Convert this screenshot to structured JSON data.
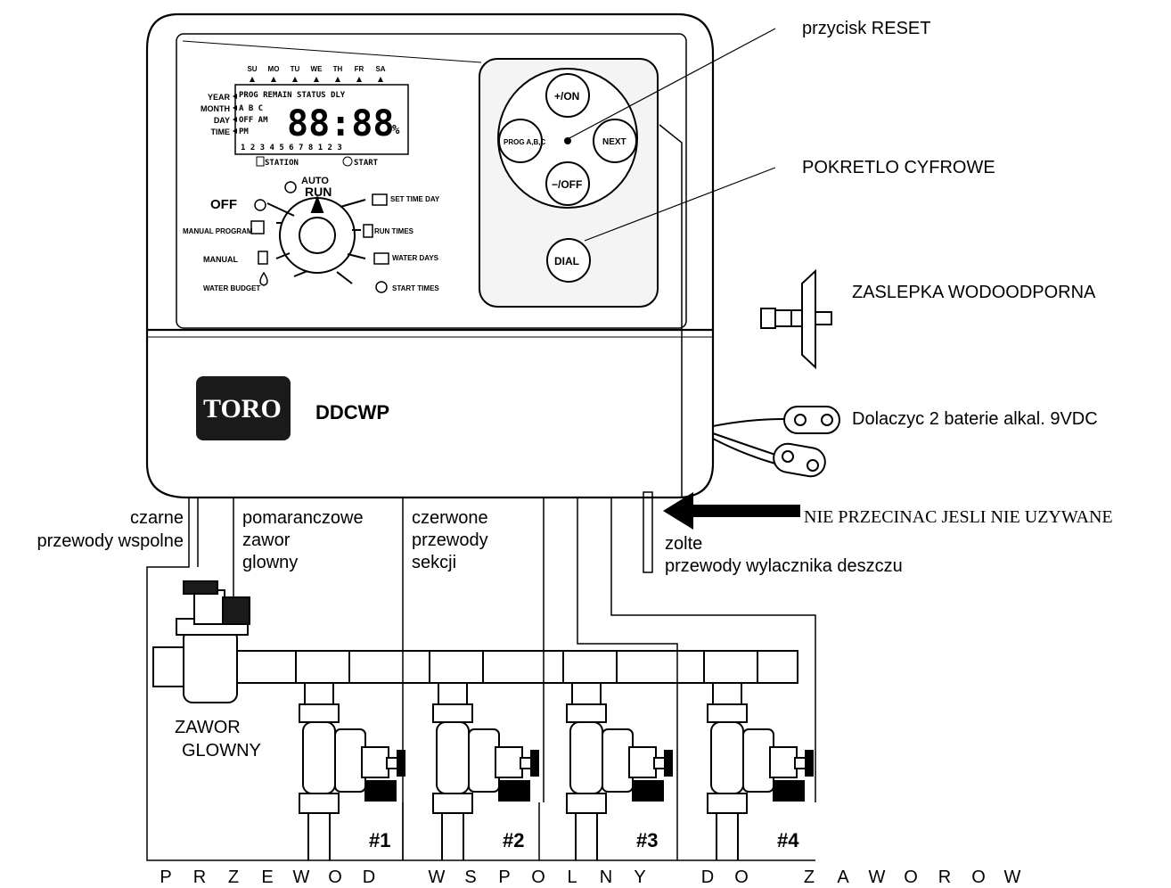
{
  "controller": {
    "brand": "TORO",
    "model": "DDCWP",
    "days": [
      "SU",
      "MO",
      "TU",
      "WE",
      "TH",
      "FR",
      "SA"
    ],
    "lcd_rows": [
      "YEAR",
      "MONTH",
      "DAY",
      "TIME"
    ],
    "lcd_top_words": [
      "PROG",
      "REMAIN",
      "STATUS",
      "DLY"
    ],
    "lcd_left_codes": [
      "A B C",
      "OFF AM",
      "PM"
    ],
    "lcd_digits": "88:88",
    "lcd_percent": "%",
    "lcd_numbers": "1 2 3 4 5 6 7 8   1 2 3",
    "lcd_station": "STATION",
    "lcd_start": "START",
    "dial": {
      "auto": "AUTO",
      "run": "RUN",
      "off": "OFF",
      "manual_program": "MANUAL PROGRAM",
      "manual": "MANUAL",
      "water_budget": "WATER BUDGET",
      "set_time_day": "SET TIME DAY",
      "run_times": "RUN TIMES",
      "water_days": "WATER DAYS",
      "start_times": "START TIMES"
    },
    "buttons": {
      "plus_on": "+/ON",
      "prog": "PROG A,B,C",
      "next": "NEXT",
      "minus_off": "−/OFF",
      "dial": "DIAL"
    }
  },
  "labels": {
    "reset_button": "przycisk RESET",
    "digital_dial": "POKRETLO CYFROWE",
    "waterproof_plug": "ZASLEPKA WODOODPORNA",
    "battery": "Dolaczyc 2 baterie alkal. 9VDC",
    "do_not_cut": "NIE PRZECINAC JESLI NIE UZYWANE",
    "black_common": [
      "czarne",
      "przewody wspolne"
    ],
    "orange_master": [
      "pomaranczowe",
      "zawor",
      "glowny"
    ],
    "red_station": [
      "czerwone",
      "przewody",
      "sekcji"
    ],
    "yellow_rain": [
      "zolte",
      "przewody wylacznika deszczu"
    ],
    "master_valve": [
      "ZAWOR",
      "GLOWNY"
    ],
    "common_wire": [
      "P",
      "R",
      "Z",
      "E",
      "W",
      "O",
      "D",
      "",
      "W",
      "S",
      "P",
      "O",
      "L",
      "N",
      "Y",
      "",
      "D",
      "O",
      "",
      "Z",
      "A",
      "W",
      "O",
      "R",
      "O",
      "W"
    ]
  },
  "valves": [
    "#1",
    "#2",
    "#3",
    "#4"
  ]
}
